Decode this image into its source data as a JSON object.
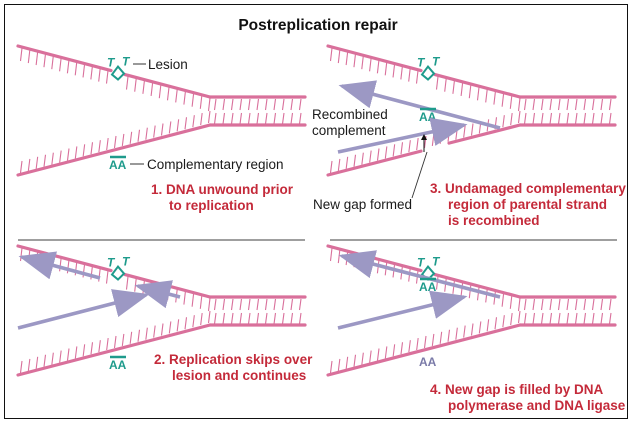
{
  "title": "Postreplication repair",
  "colors": {
    "parental_strand": "#d9709b",
    "new_strand": "#9c98c4",
    "lesion": "#1e9b8c",
    "step_text": "#c42a3a",
    "divider": "#666666"
  },
  "panels": [
    {
      "id": "panel-1",
      "step_number": "1.",
      "step_lines": [
        "DNA unwound prior",
        "to replication"
      ],
      "labels": {
        "lesion": "Lesion",
        "complementary": "Complementary region"
      },
      "bases": {
        "lesion": [
          "T",
          "T"
        ],
        "complement": "AA"
      }
    },
    {
      "id": "panel-2",
      "step_number": "2.",
      "step_lines": [
        "Replication skips over",
        "lesion and continues"
      ],
      "bases": {
        "lesion": [
          "T",
          "T"
        ],
        "complement": "AA"
      }
    },
    {
      "id": "panel-3",
      "step_number": "3.",
      "step_lines": [
        "Undamaged complementary",
        "region of parental strand",
        "is recombined"
      ],
      "labels": {
        "recombined_1": "Recombined",
        "recombined_2": "complement",
        "gap": "New gap formed"
      },
      "bases": {
        "lesion": [
          "T",
          "T"
        ],
        "complement": "AA"
      }
    },
    {
      "id": "panel-4",
      "step_number": "4.",
      "step_lines": [
        "New gap is filled by DNA",
        "polymerase and DNA ligase"
      ],
      "bases": {
        "lesion": [
          "T",
          "T"
        ],
        "complement": "AA",
        "filled": "AA"
      }
    }
  ]
}
